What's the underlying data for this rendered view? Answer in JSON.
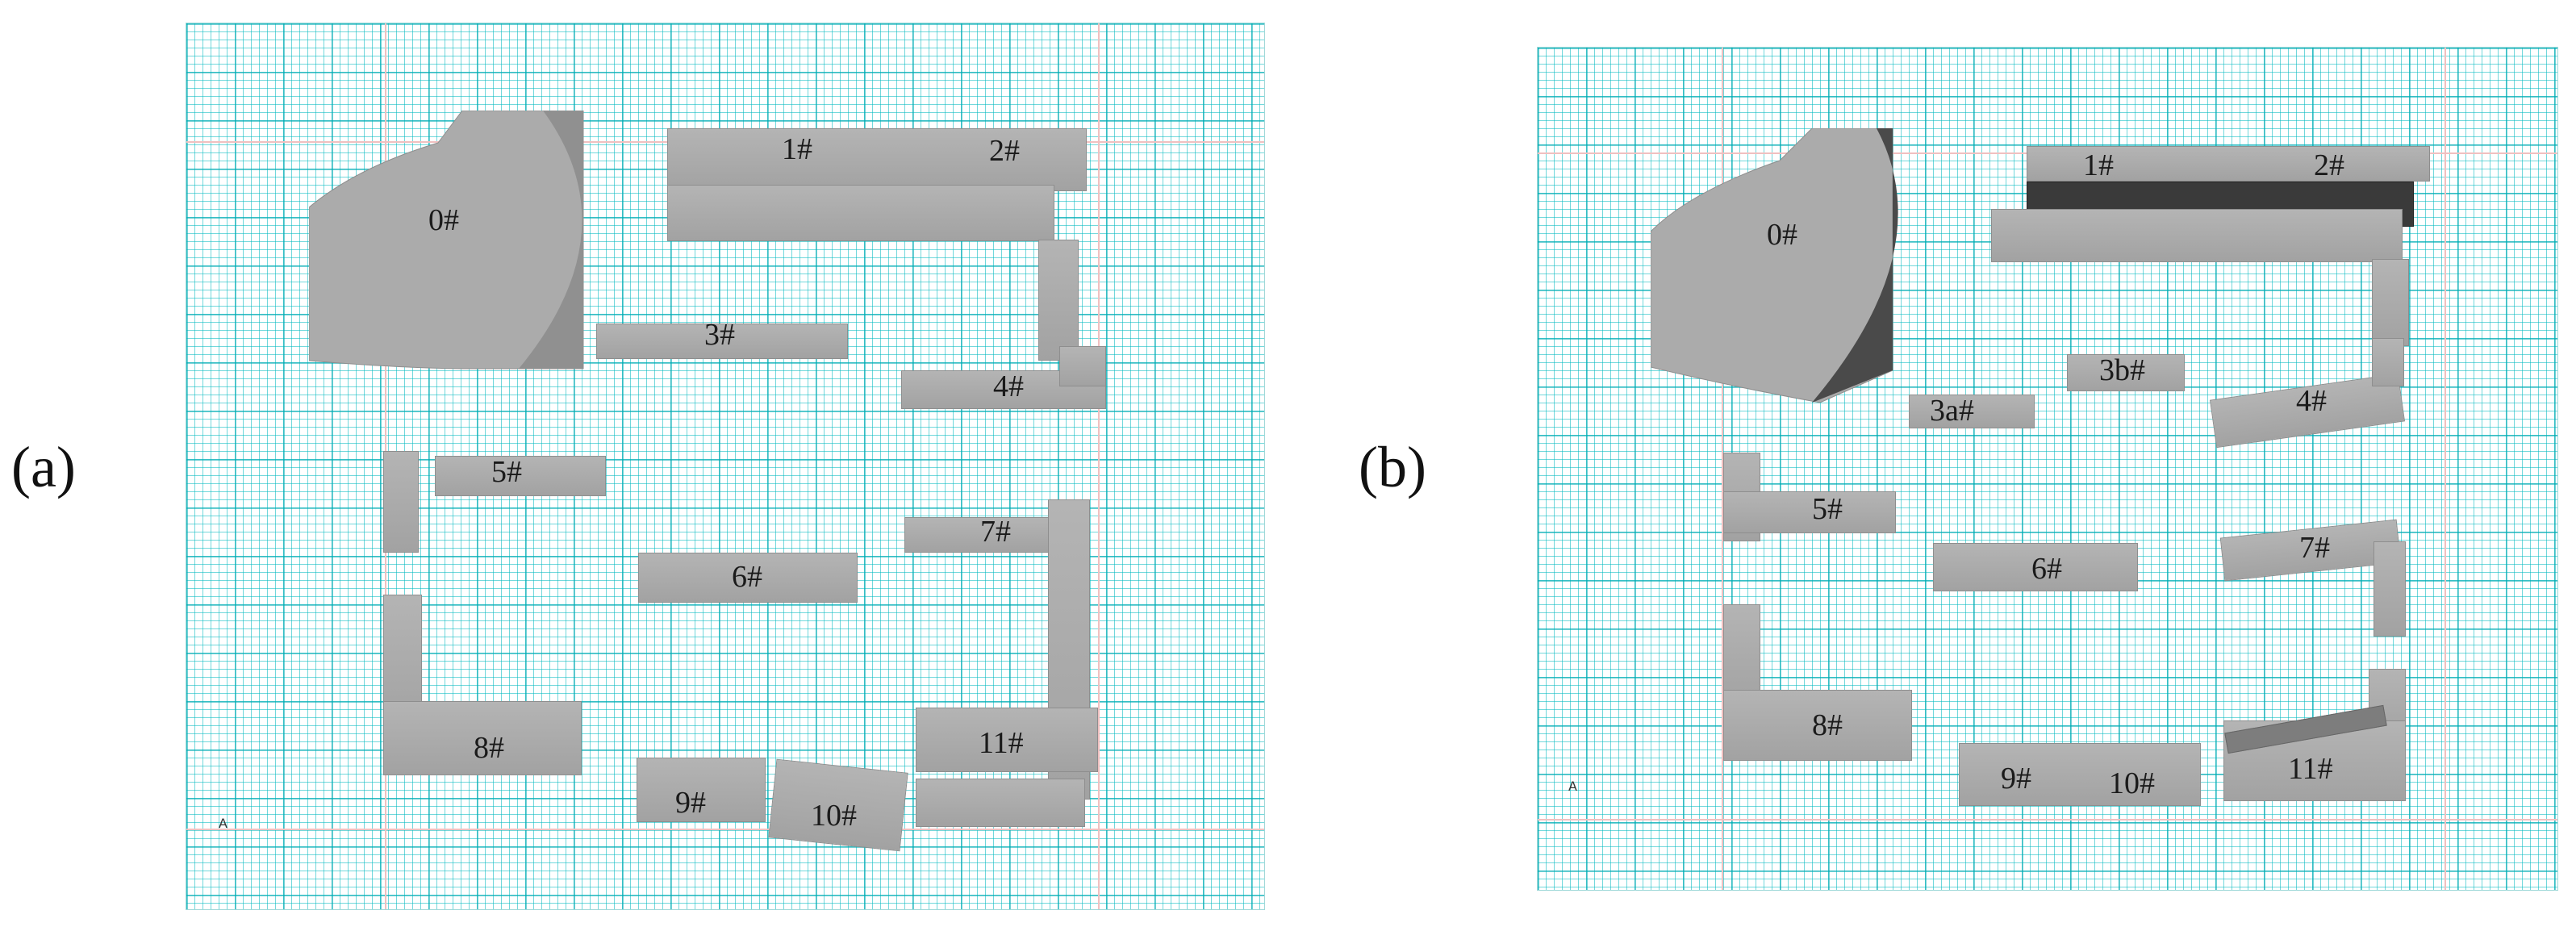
{
  "panels": [
    {
      "tag": "(a)",
      "marker": "A",
      "buildings": [
        "0#",
        "1#",
        "2#",
        "3#",
        "4#",
        "5#",
        "6#",
        "7#",
        "8#",
        "9#",
        "10#",
        "11#"
      ]
    },
    {
      "tag": "(b)",
      "marker": "A",
      "buildings": [
        "0#",
        "1#",
        "2#",
        "3a#",
        "3b#",
        "4#",
        "5#",
        "6#",
        "7#",
        "8#",
        "9#",
        "10#",
        "11#"
      ]
    }
  ],
  "colors": {
    "grid_line": "#00b3bb",
    "building": "#a9a9a9",
    "building_shadow": "#3a3a3a",
    "axis": "#f0c0c0"
  }
}
